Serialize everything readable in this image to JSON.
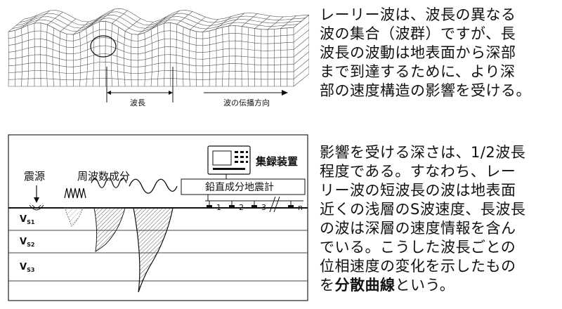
{
  "paragraph1": {
    "lines": [
      "レーリー波は、波長の異なる",
      "波の集合（波群）ですが、長",
      "波長の波動は地表面から深部",
      "まで到達するために、より深",
      "部の速度構造の影響を受ける。"
    ]
  },
  "paragraph2": {
    "line1": "影響を受ける深さは、1/2波長",
    "line2": "程度である。すなわち、レー",
    "line3": "リー波の短波長の波は地表面",
    "line4": "近くの浅層のS波速度、長波長",
    "line5": "の波は深層の速度情報を含ん",
    "line6": "でいる。こうした波長ごとの",
    "line7": "位相速度の変化を示したもの",
    "line8_pre": "を",
    "line8_bold": "分散曲線",
    "line8_post": "という。"
  },
  "figure1": {
    "wavelength_label": "波長",
    "direction_label": "波の伝播方向"
  },
  "figure2": {
    "source_label": "震源",
    "frequency_label": "周波数成分",
    "recorder_label": "集録装置",
    "geophone_label": "鉛直成分地震計",
    "sensor_numbers": [
      "1",
      "2",
      "3",
      "n"
    ],
    "layers": [
      {
        "v": "V",
        "sub": "S1"
      },
      {
        "v": "V",
        "sub": "S2"
      },
      {
        "v": "V",
        "sub": "S3"
      }
    ]
  }
}
